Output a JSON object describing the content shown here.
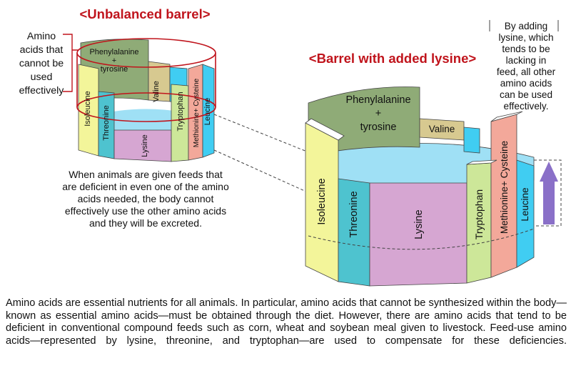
{
  "titles": {
    "unbalanced": "<Unbalanced barrel>",
    "added": "<Barrel with added lysine>"
  },
  "notes": {
    "unused": [
      "Amino",
      "acids that",
      "cannot be",
      "used",
      "effectively"
    ],
    "deficient": [
      "When animals are given feeds that",
      "are deficient in even one of the amino",
      "acids needed, the body cannot",
      "effectively use the other amino acids",
      "and they will be excreted."
    ],
    "adding": [
      "By adding",
      "lysine, which",
      "tends to be",
      "lacking in",
      "feed, all other",
      "amino acids",
      "can be used",
      "effectively."
    ]
  },
  "staves": {
    "phenylalanine": "Phenylalanine",
    "plus": "+",
    "tyrosine": "tyrosine",
    "valine": "Valine",
    "isoleucine": "Isoleucine",
    "threonine": "Threonine",
    "lysine": "Lysine",
    "tryptophan": "Tryptophan",
    "methionine": "Methionine+ Cysteine",
    "leucine": "Leucine"
  },
  "colors": {
    "title": "#c0141c",
    "isoleucine": "#f3f59a",
    "threonine": "#4ec3cf",
    "lysine": "#d6a6d2",
    "tryptophan": "#cde799",
    "methionine": "#f3a89a",
    "leucine": "#40cdf2",
    "phenylalanine": "#8fab77",
    "valine": "#d7c990",
    "water": "#9fe0f5",
    "arrow": "#8a70c8",
    "ring": "#c0141c"
  },
  "caption": "Amino acids are essential nutrients for all animals. In particular, amino acids that cannot be synthesized within the body—known as essential amino acids—must be obtained through the diet. However, there are amino acids that tend to be deficient in conventional compound feeds such as corn, wheat and soybean meal given to livestock. Feed-use amino acids—represented by lysine, threonine, and tryptophan—are used to compensate for these deficiencies."
}
